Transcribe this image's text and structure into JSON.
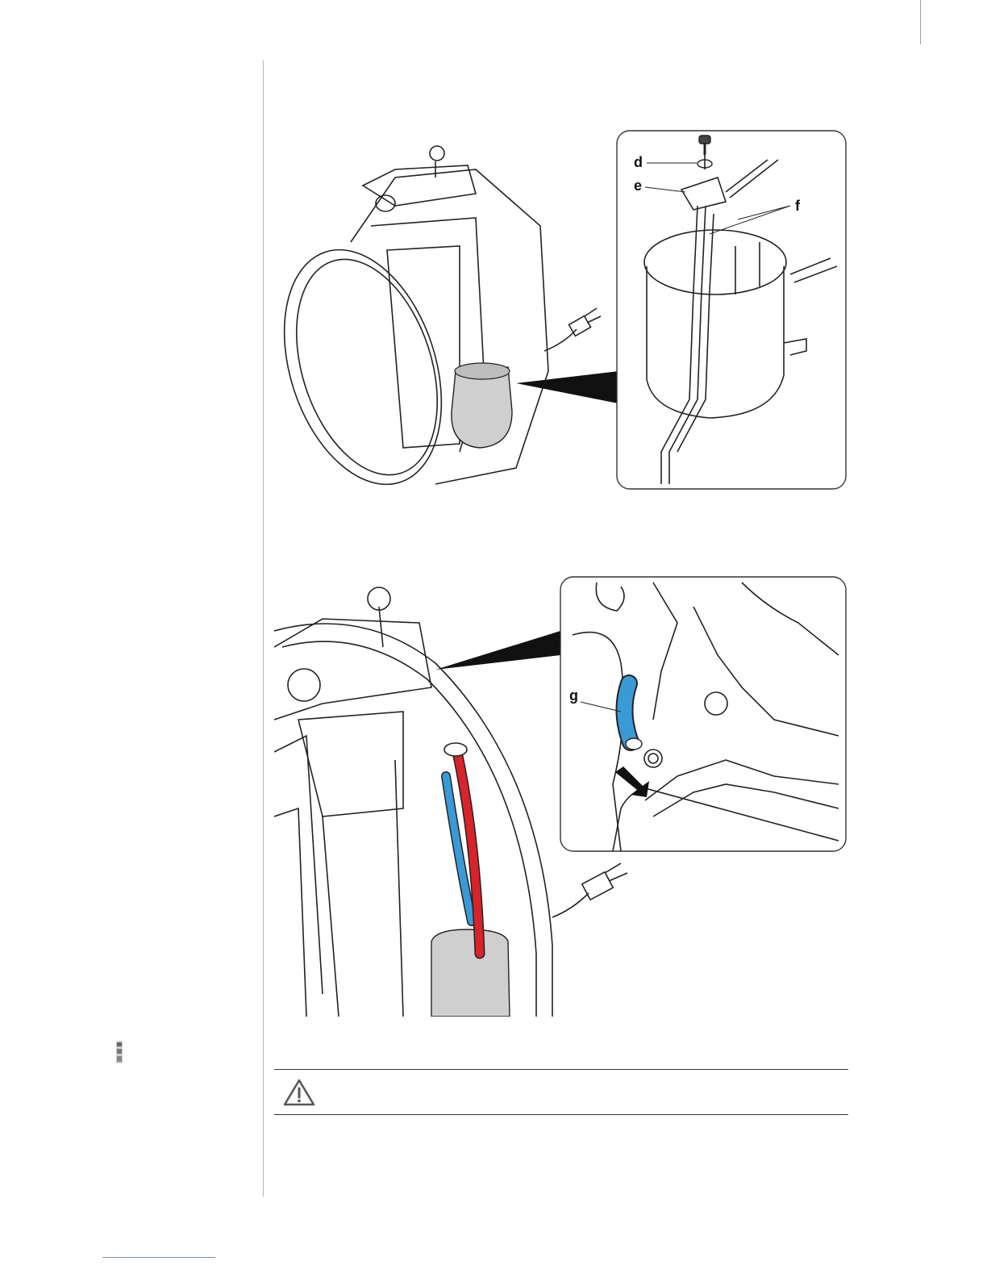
{
  "figure_1": {
    "callouts": [
      {
        "id": "d",
        "label": "d"
      },
      {
        "id": "e",
        "label": "e"
      },
      {
        "id": "f",
        "label": "f"
      }
    ]
  },
  "figure_2": {
    "callouts": [
      {
        "id": "g",
        "label": "g"
      }
    ]
  },
  "icons": {
    "warning": "warning-triangle-icon"
  },
  "colors": {
    "blue_tube": "#3a9ad6",
    "red_tube": "#d8232a",
    "boiler_fill": "#cfcfcf"
  }
}
